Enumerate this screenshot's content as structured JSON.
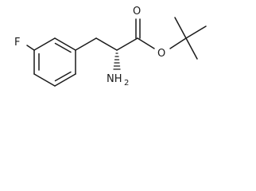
{
  "atoms": {
    "fluorine": "F",
    "carbonyl_oxygen": "O",
    "ester_oxygen": "O",
    "amine": "NH",
    "amine_subscript": "2"
  }
}
